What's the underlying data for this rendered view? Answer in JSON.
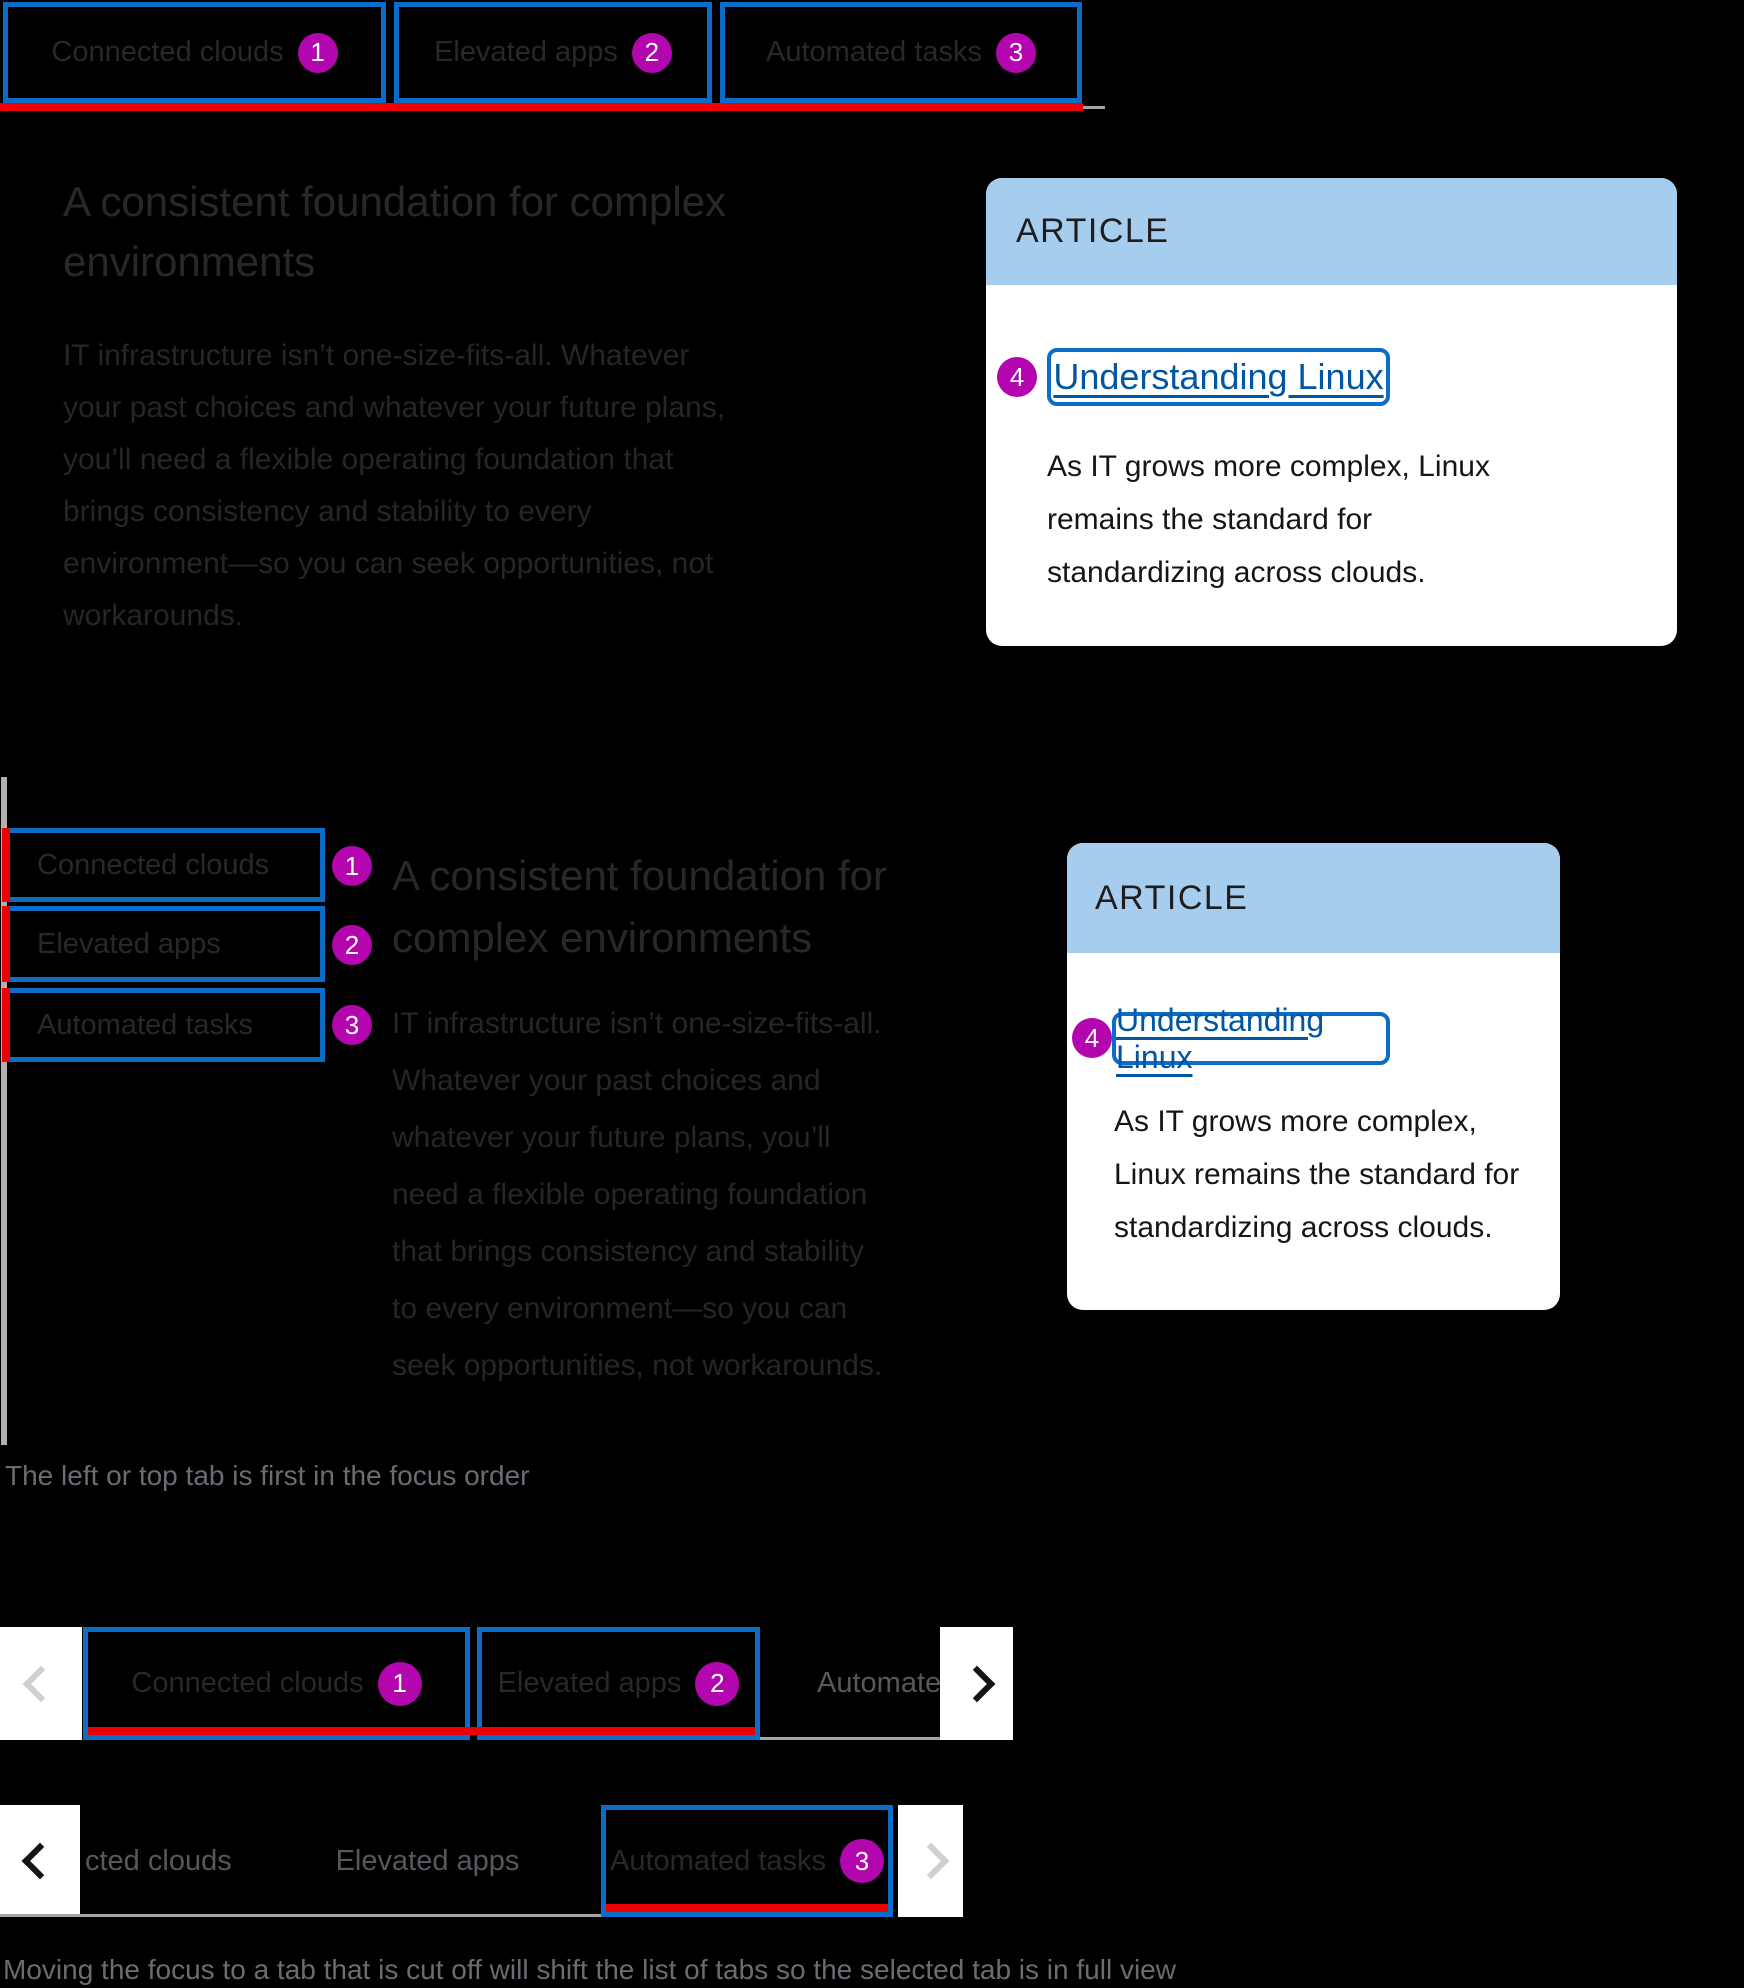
{
  "colors": {
    "background": "#000000",
    "focus_outline_blue": "#0b6dc7",
    "selected_underline_red": "#ee0000",
    "annotation_badge_magenta": "#b306ae",
    "card_header_blue": "#a7cdee",
    "link_blue": "#0056a3",
    "muted_gray": "#696d72"
  },
  "example1": {
    "tabs": [
      {
        "label": "Connected clouds",
        "badge": "1"
      },
      {
        "label": "Elevated apps",
        "badge": "2"
      },
      {
        "label": "Automated tasks",
        "badge": "3"
      }
    ],
    "heading_lines": [
      "A consistent foundation for complex",
      "environments"
    ],
    "body_lines": [
      "IT infrastructure isn’t one-size-fits-all. Whatever",
      "your past choices and whatever your future plans,",
      "you’ll need a flexible operating foundation that",
      "brings consistency and stability to every",
      "environment—so you can seek opportunities, not",
      "workarounds."
    ],
    "article": {
      "eyebrow": "ARTICLE",
      "badge": "4",
      "link": "Understanding Linux",
      "body_lines": [
        "As IT grows more complex, Linux",
        "remains the standard for",
        "standardizing across clouds."
      ]
    }
  },
  "example2": {
    "tabs": [
      {
        "label": "Connected clouds",
        "badge": "1"
      },
      {
        "label": "Elevated apps",
        "badge": "2"
      },
      {
        "label": "Automated tasks",
        "badge": "3"
      }
    ],
    "heading_lines": [
      "A consistent foundation for",
      "complex environments"
    ],
    "body_lines": [
      "IT infrastructure isn’t one-size-fits-all.",
      "Whatever your past choices and",
      "whatever your future plans, you’ll",
      "need a flexible operating foundation",
      "that brings consistency and stability",
      "to every environment—so you can",
      "seek opportunities, not workarounds."
    ],
    "article": {
      "eyebrow": "ARTICLE",
      "badge": "4",
      "link": "Understanding Linux",
      "body_lines": [
        "As IT grows more complex,",
        "Linux remains the standard for",
        "standardizing across clouds."
      ]
    }
  },
  "caption1": "The left or top tab is first in the focus order",
  "overflow_row1": {
    "tabs": [
      {
        "label": "Connected clouds",
        "badge": "1"
      },
      {
        "label": "Elevated apps",
        "badge": "2"
      },
      {
        "label": "Automate",
        "badge": ""
      }
    ]
  },
  "overflow_row2": {
    "tabs": [
      {
        "label": "cted clouds",
        "badge": ""
      },
      {
        "label": "Elevated apps",
        "badge": ""
      },
      {
        "label": "Automated tasks",
        "badge": "3"
      }
    ]
  },
  "caption2": "Moving the focus to a tab that is cut off will shift the list of tabs so the selected tab is in full view"
}
